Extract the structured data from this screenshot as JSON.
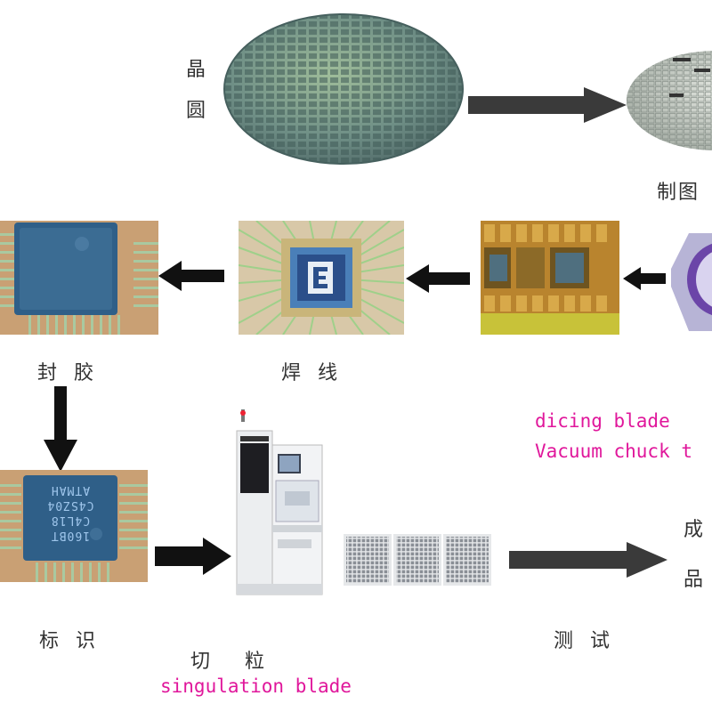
{
  "labels": {
    "wafer": [
      "晶",
      "圆"
    ],
    "mapping": "制图",
    "encapsulation": "封 胶",
    "wire_bonding": "焊 线",
    "marking": "标 识",
    "singulation": "切 粒",
    "testing": "测 试",
    "finished": [
      "成",
      "品"
    ]
  },
  "annotations": {
    "dicing_blade": "dicing blade",
    "vacuum_chuck": "Vacuum chuck t",
    "singulation_blade": "singulation blade"
  },
  "chip_marking": [
    "160BT",
    "C4L18",
    "C4SZ04",
    "ATMAH"
  ],
  "colors": {
    "annotation_pink": "#e0179b",
    "arrow_dark": "#111111",
    "arrow_gray": "#3a3a3a",
    "pcb_copper": "#c9a074",
    "chip_blue": "#2f5f88"
  }
}
